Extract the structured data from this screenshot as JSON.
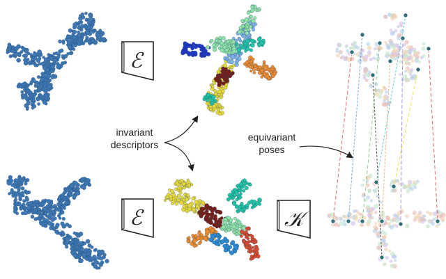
{
  "encoder_symbol": "ℰ",
  "keypoint_symbol": "𝒦",
  "labels": {
    "invariant_line1": "invariant",
    "invariant_line2": "descriptors",
    "equivariant_line1": "equivariant",
    "equivariant_line2": "poses"
  },
  "colors": {
    "input_points": "#3d78b4",
    "segments": [
      "#1f39c6",
      "#2e8bd1",
      "#7fb2e6",
      "#22c4a6",
      "#8fe3a7",
      "#d84b2e",
      "#ef8b2e",
      "#7a1f16",
      "#102a6b",
      "#e7d83a",
      "#c63a8e"
    ],
    "match_lines": [
      "#d9534f",
      "#5b9bd5",
      "#7ac57a",
      "#f0a35e",
      "#9a7ad8",
      "#46c1c1",
      "#e7d83a",
      "#333333"
    ]
  }
}
